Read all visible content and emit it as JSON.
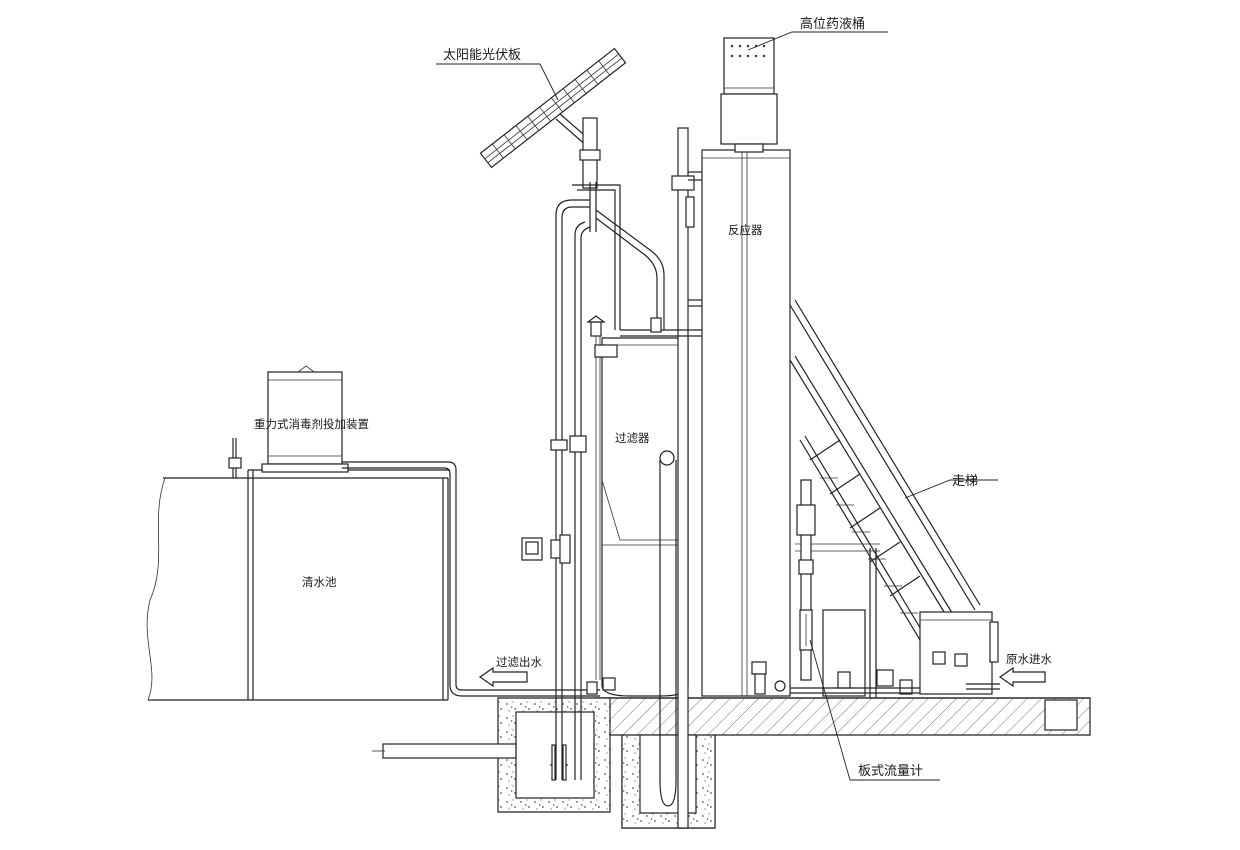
{
  "labels": {
    "high_tank": "高位药液桶",
    "solar_panel": "太阳能光伏板",
    "reactor": "反应器",
    "disinfection_device": "重力式消毒剂投加装置",
    "filter": "过滤器",
    "ladder": "走梯",
    "clear_pool": "清水池",
    "filtered_outlet": "过滤出水",
    "raw_water_inlet": "原水进水",
    "plate_flowmeter": "板式流量计"
  }
}
